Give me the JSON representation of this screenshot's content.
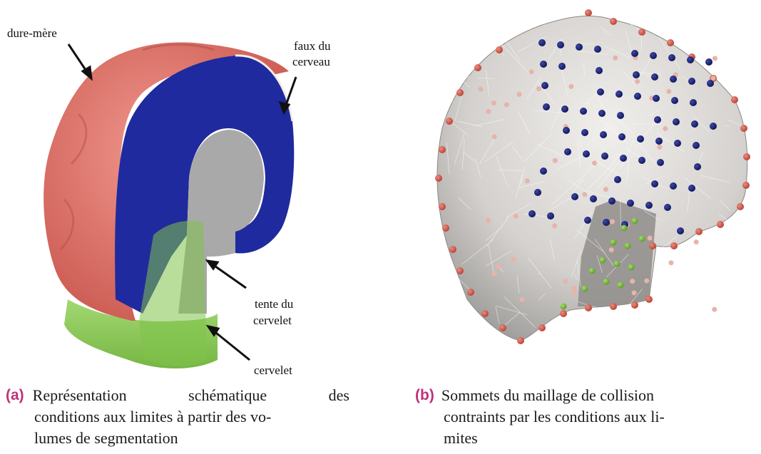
{
  "panel_a": {
    "labels": {
      "dura": "dure-mère",
      "falx_line1": "faux du",
      "falx_line2": "cerveau",
      "tentorium_line1": "tente du",
      "tentorium_line2": "cervelet",
      "cerebellum": "cervelet"
    },
    "caption": {
      "letter": "(a)",
      "line1_words": [
        "Représentation",
        "schématique",
        "des"
      ],
      "line2": "conditions aux limites à partir des vo-",
      "line3": "lumes de segmentation"
    },
    "colors": {
      "dura": "#e57a72",
      "falx": "#1f2a9e",
      "tentorium": "#a9a9a9",
      "cerebellum": "#8dcc5a"
    }
  },
  "panel_b": {
    "caption": {
      "letter": "(b)",
      "line1": "Sommets du maillage de collision",
      "line2": "contraints par les conditions aux li-",
      "line3": "mites"
    },
    "colors": {
      "mesh": "#d6d4d2",
      "vertex_dura": "#cf5a4a",
      "vertex_falx": "#1b2272",
      "vertex_cerebellum": "#7fbf3a"
    }
  }
}
